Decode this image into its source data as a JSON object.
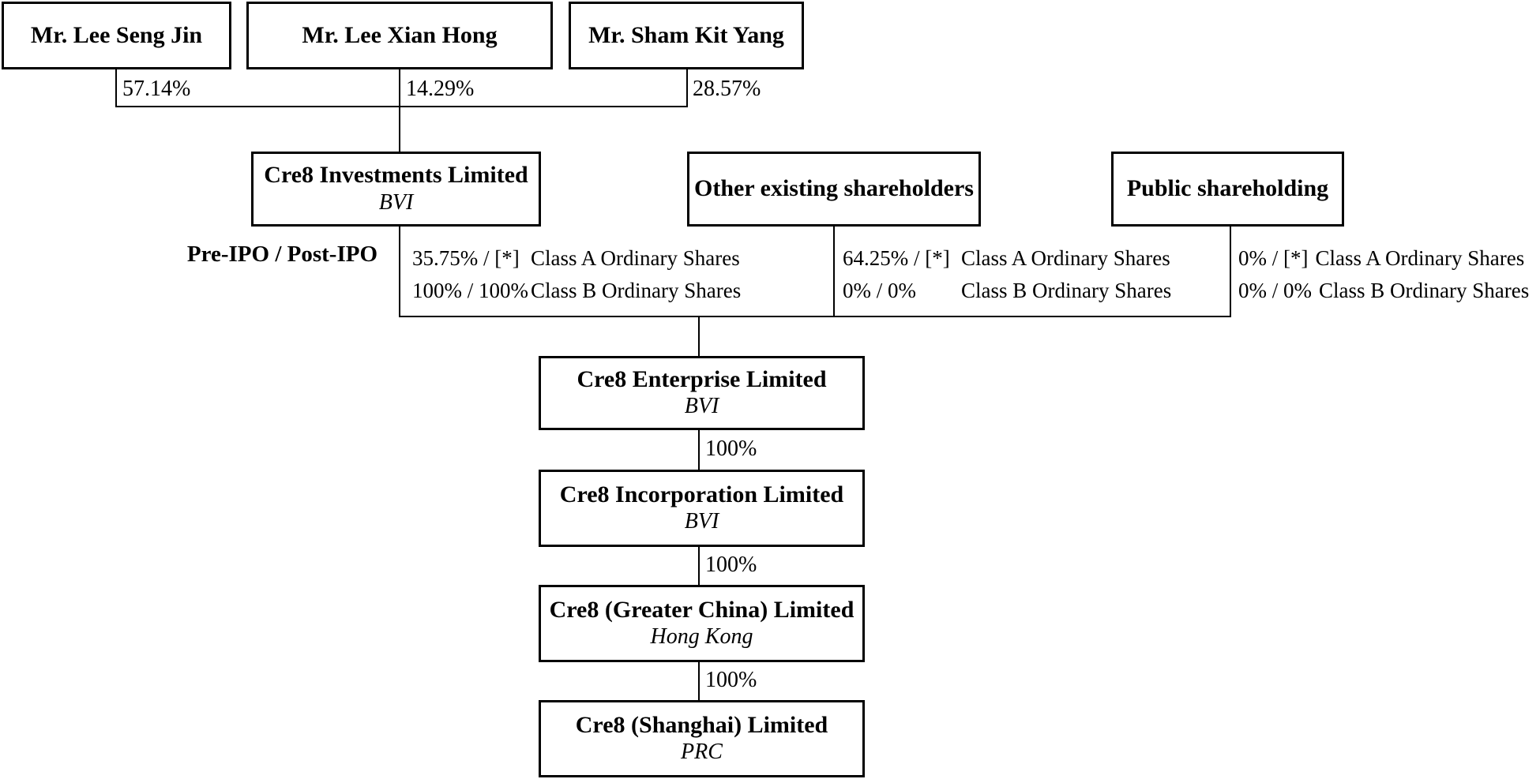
{
  "owners": [
    {
      "name": "Mr. Lee Seng Jin",
      "ownership_pct": "57.14%"
    },
    {
      "name": "Mr. Lee Xian Hong",
      "ownership_pct": "14.29%"
    },
    {
      "name": "Mr. Sham Kit Yang",
      "ownership_pct": "28.57%"
    }
  ],
  "ipo_row_label": "Pre-IPO / Post-IPO",
  "shareholders": [
    {
      "name": "Cre8 Investments Limited",
      "jurisdiction": "BVI",
      "class_a": {
        "pct": "35.75% / [*]",
        "label": "Class A Ordinary Shares"
      },
      "class_b": {
        "pct": "100% / 100%",
        "label": "Class B Ordinary Shares"
      }
    },
    {
      "name": "Other existing shareholders",
      "class_a": {
        "pct": "64.25% / [*]",
        "label": "Class A Ordinary Shares"
      },
      "class_b": {
        "pct": "0% / 0%",
        "label": "Class B Ordinary Shares"
      }
    },
    {
      "name": "Public shareholding",
      "class_a": {
        "pct": "0% / [*]",
        "label": "Class A Ordinary Shares"
      },
      "class_b": {
        "pct": "0% / 0%",
        "label": "Class B Ordinary Shares"
      }
    }
  ],
  "subsidiary_chain": [
    {
      "name": "Cre8 Enterprise Limited",
      "jurisdiction": "BVI"
    },
    {
      "name": "Cre8 Incorporation Limited",
      "jurisdiction": "BVI"
    },
    {
      "name": "Cre8 (Greater China) Limited",
      "jurisdiction": "Hong Kong"
    },
    {
      "name": "Cre8 (Shanghai) Limited",
      "jurisdiction": "PRC"
    }
  ],
  "chain_link_pcts": [
    "100%",
    "100%",
    "100%"
  ],
  "colors": {
    "ink": "#000000",
    "background": "#ffffff"
  }
}
